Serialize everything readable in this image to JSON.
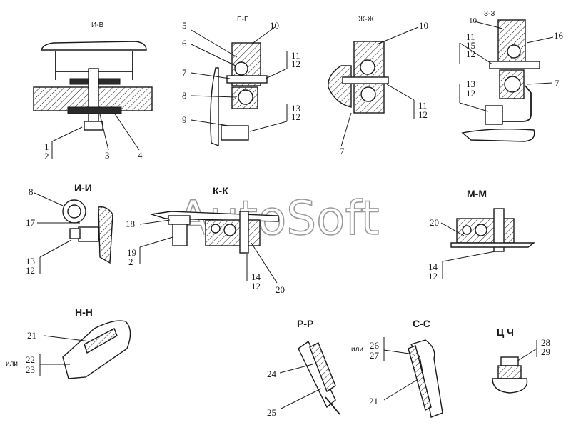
{
  "watermark": "AutoSoft",
  "sections": {
    "vv": "И-В",
    "ee": "Е-Е",
    "zhzh": "Ж-Ж",
    "zz": "З-З",
    "ii": "И-И",
    "kk": "К-К",
    "mm": "М-М",
    "nn": "Н-Н",
    "rr": "Р-Р",
    "ss": "С-С",
    "tsch": "Ц Ч"
  },
  "callouts": {
    "vv": [
      "1",
      "2",
      "3",
      "4"
    ],
    "ee": [
      "5",
      "10",
      "6",
      "11",
      "12",
      "7",
      "8",
      "13",
      "12",
      "9"
    ],
    "zhzh": [
      "10",
      "11",
      "12",
      "7"
    ],
    "zz": [
      "10",
      "16",
      "11",
      "15",
      "12",
      "13",
      "12",
      "7"
    ],
    "ii": [
      "8",
      "17",
      "13",
      "12"
    ],
    "kk": [
      "18",
      "19",
      "2",
      "14",
      "12",
      "20"
    ],
    "mm": [
      "20",
      "14",
      "12"
    ],
    "nn": [
      "21",
      "или",
      "22",
      "23"
    ],
    "rr": [
      "24",
      "25"
    ],
    "ss": [
      "или",
      "26",
      "27",
      "21"
    ],
    "tsch": [
      "28",
      "29"
    ]
  }
}
